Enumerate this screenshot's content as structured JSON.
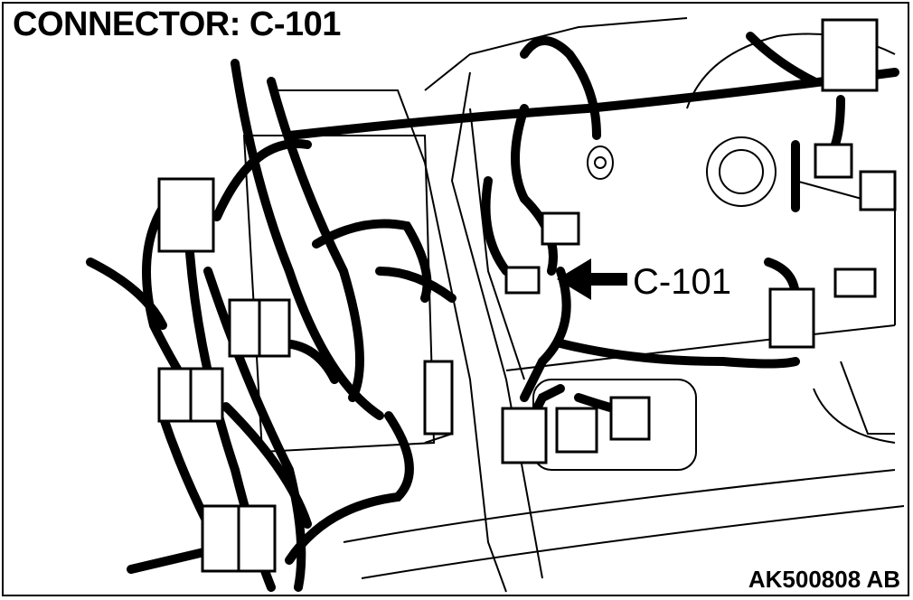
{
  "title": "CONNECTOR: C-101",
  "callout_label": "C-101",
  "figure_id": "AK500808 AB",
  "colors": {
    "line": "#000000",
    "background": "#ffffff"
  }
}
